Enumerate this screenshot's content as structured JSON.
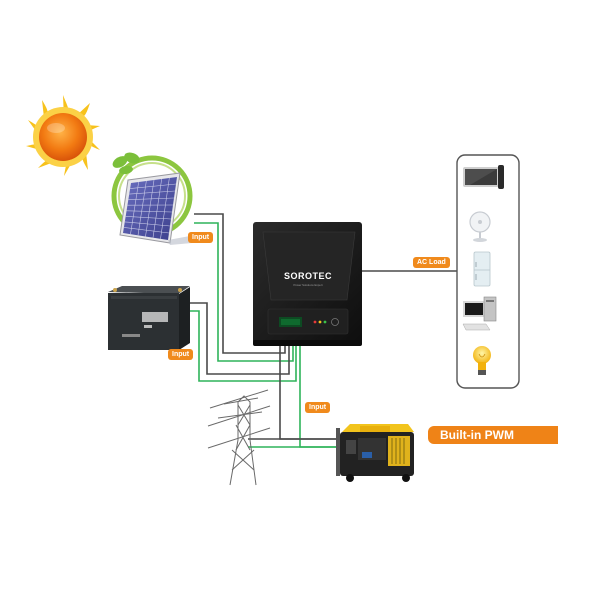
{
  "diagram": {
    "title": "Solar inverter system connection diagram",
    "labels": {
      "solar_input": "Input",
      "battery_input": "Input",
      "grid_generator_input": "Input",
      "ac_load": "AC Load",
      "feature": "Built-in PWM"
    },
    "inverter": {
      "brand": "SOROTEC",
      "subtitle": "Power Solutions Expert",
      "indicator_colors": [
        "#e83a3a",
        "#f2c21a",
        "#3cc24a"
      ]
    },
    "sources": [
      "sun",
      "solar-panel",
      "battery",
      "power-grid-tower",
      "generator"
    ],
    "loads": [
      "tv-with-remote",
      "electric-fan",
      "refrigerator",
      "desktop-computer",
      "light-bulb"
    ],
    "colors": {
      "orange_accent": "#f08a1c",
      "wire_dark": "#4a4a4a",
      "wire_green": "#2fb45a",
      "inverter_body": "#1c1c1c"
    }
  }
}
